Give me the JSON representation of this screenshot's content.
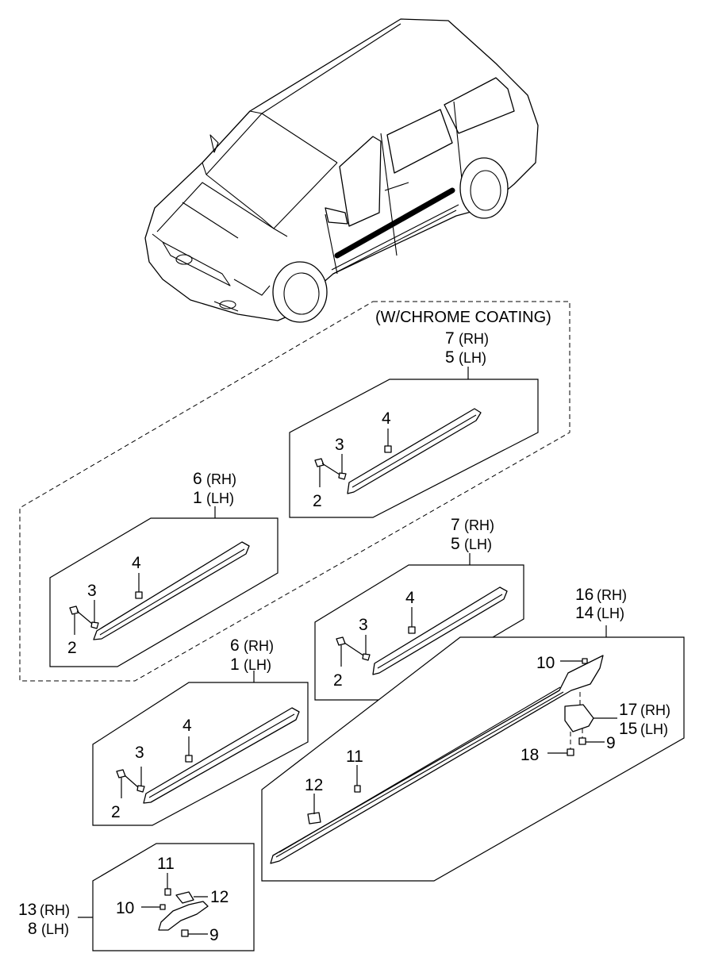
{
  "note": {
    "chrome_coating": "(W/CHROME COATING)"
  },
  "labels": {
    "chrome_upper": {
      "rh": "7",
      "lh": "5"
    },
    "chrome_lower": {
      "rh": "6",
      "lh": "1"
    },
    "std_upper": {
      "rh": "7",
      "lh": "5"
    },
    "std_lower": {
      "rh": "6",
      "lh": "1"
    },
    "side_sill": {
      "rh": "16",
      "lh": "14"
    },
    "bracket": {
      "rh": "17",
      "lh": "15"
    },
    "extension": {
      "rh": "13",
      "lh": "8"
    },
    "suffix_rh": "(RH)",
    "suffix_lh": "(LH)"
  },
  "callouts": {
    "n2": "2",
    "n3": "3",
    "n4": "4",
    "n9": "9",
    "n10": "10",
    "n11": "11",
    "n12": "12",
    "n18": "18"
  }
}
